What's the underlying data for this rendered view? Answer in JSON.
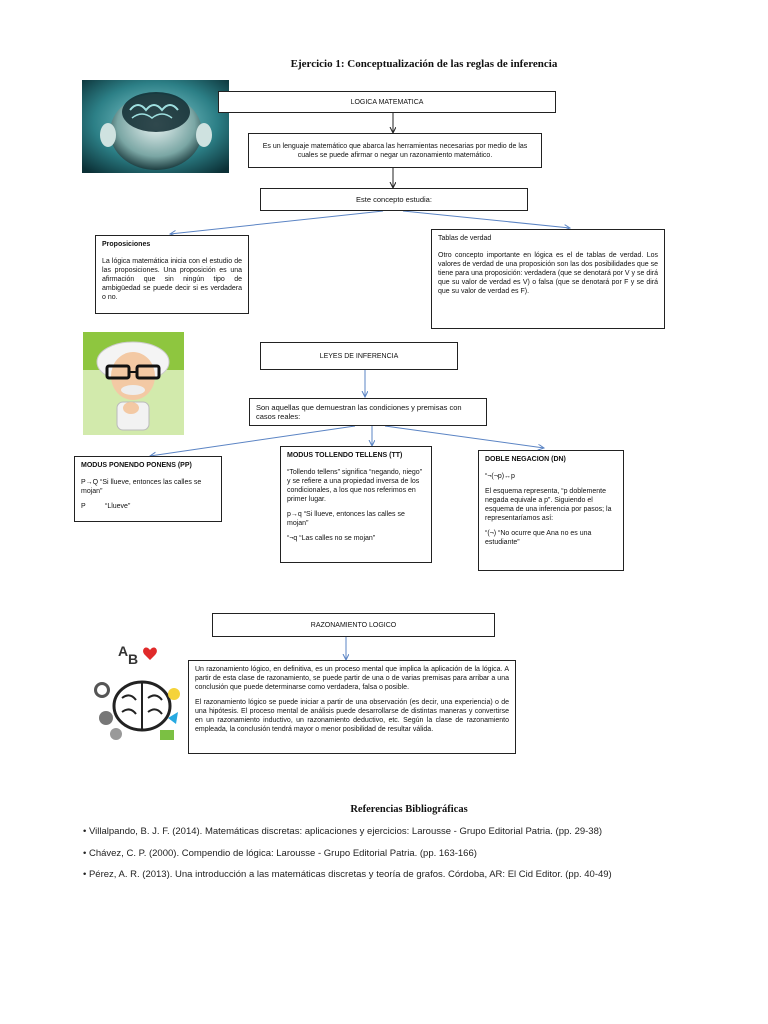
{
  "title": "Ejercicio 1: Conceptualización de las reglas de inferencia",
  "nodes": {
    "logica": "LOGICA MATEMATICA",
    "logica_def": "Es un lenguaje matemático que abarca las herramientas necesarias por medio de las cuales se puede afirmar o negar un razonamiento matemático.",
    "estudia": "Este concepto estudia:",
    "proposiciones": {
      "heading": "Proposiciones",
      "text": "La lógica matemática inicia con el estudio de las proposiciones. Una proposición es una afirmación que sin ningún tipo de ambigüedad se puede decir si es verdadera o no."
    },
    "tablas": {
      "heading": "Tablas de verdad",
      "text": "Otro concepto importante en lógica es el de tablas de verdad. Los valores de verdad de una proposición son las dos posibilidades que se tiene para una proposición: verdadera (que se denotará por V y se dirá que su valor de verdad es V) o falsa (que se denotará por F y se dirá que su valor de verdad es F)."
    },
    "leyes": "LEYES DE INFERENCIA",
    "leyes_def": "Son aquellas que demuestran las condiciones y premisas con casos reales:",
    "pp": {
      "heading": "MODUS PONENDO PONENS (PP)",
      "line1": "P→Q “Si llueve, entonces las calles se mojan”",
      "line2": "P          “Llueve”"
    },
    "tt": {
      "heading": "MODUS TOLLENDO TELLENS (TT)",
      "line1": "“Tollendo tellens” significa “negando, niego” y se refiere a una propiedad inversa de los condicionales, a los que nos referimos en primer lugar.",
      "line2": "p→q “Si llueve, entonces las calles se mojan”",
      "line3": "“¬q “Las calles no se mojan”"
    },
    "dn": {
      "heading": "DOBLE NEGACION (DN)",
      "line1": "“¬(¬p)↔p",
      "line2": "El esquema representa, “p doblemente negada equivale a p”. Siguiendo el esquema de una inferencia por pasos; la representaríamos así:",
      "line3": "“(¬)  “No ocurre que Ana no es una estudiante”"
    },
    "razonamiento": "RAZONAMIENTO LOGICO",
    "razonamiento_def": {
      "p1": "Un razonamiento lógico, en definitiva, es un proceso mental que implica la aplicación de la lógica. A partir de esta clase de razonamiento, se puede partir de una o de varias premisas para arribar a una conclusión que puede determinarse como verdadera, falsa o posible.",
      "p2": "El razonamiento lógico se puede iniciar a partir de una observación (es decir, una experiencia) o de una hipótesis. El proceso mental de análisis puede desarrollarse de distintas maneras y convertirse en un razonamiento inductivo, un razonamiento deductivo, etc. Según la clase de razonamiento empleada, la conclusión tendrá mayor o menor posibilidad de resultar válida."
    }
  },
  "references": {
    "title": "Referencias Bibliográficas",
    "items": [
      "• Villalpando, B. J. F. (2014). Matemáticas discretas: aplicaciones y ejercicios: Larousse - Grupo Editorial Patria. (pp. 29-38)",
      "• Chávez, C. P. (2000). Compendio de lógica: Larousse - Grupo Editorial Patria. (pp. 163-166)",
      "• Pérez, A. R. (2013). Una introducción a las matemáticas discretas y teoría de grafos. Córdoba, AR: El Cid Editor. (pp. 40-49)"
    ]
  },
  "colors": {
    "arrow": "#5b84c4",
    "border": "#222222"
  }
}
